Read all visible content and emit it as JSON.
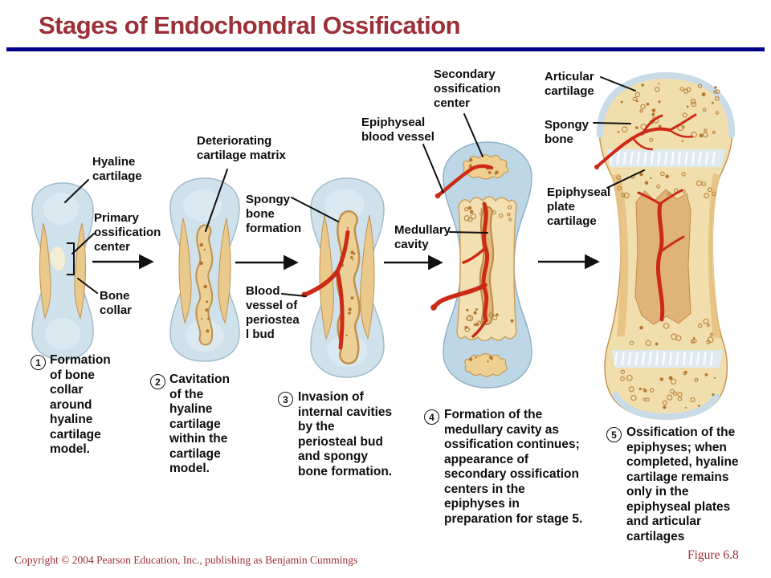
{
  "title": "Stages of Endochondral Ossification",
  "colors": {
    "accent": "#9c2f38",
    "rule": "#00008b",
    "cartilage_blue": "#cfe1eb",
    "bone_collar_tan": "#eac98c",
    "spongy_tan": "#edd096",
    "vessel_red": "#cb2a16",
    "label_black": "#0d0d0d"
  },
  "labels": {
    "hyaline_cartilage": "Hyaline\ncartilage",
    "primary_ossification_center": "Primary\nossification\ncenter",
    "bone_collar": "Bone\ncollar",
    "deteriorating_cartilage_matrix": "Deteriorating\ncartilage matrix",
    "spongy_bone_formation": "Spongy\nbone\nformation",
    "blood_vessel_of_periosteal_bud": "Blood\nvessel of\nperiostea\nl bud",
    "epiphyseal_blood_vessel": "Epiphyseal\nblood vessel",
    "secondary_ossification_center": "Secondary\nossification\ncenter",
    "medullary_cavity": "Medullary\ncavity",
    "articular_cartilage": "Articular\ncartilage",
    "spongy_bone": "Spongy\nbone",
    "epiphyseal_plate_cartilage": "Epiphyseal\nplate\ncartilage"
  },
  "stages": [
    {
      "number": "1",
      "text": "Formation\nof bone\ncollar\naround\nhyaline\ncartilage\nmodel."
    },
    {
      "number": "2",
      "text": "Cavitation\nof the\nhyaline\ncartilage\nwithin the\ncartilage\nmodel."
    },
    {
      "number": "3",
      "text": "Invasion of\ninternal cavities\nby the\nperiosteal bud\nand spongy\nbone formation."
    },
    {
      "number": "4",
      "text": "Formation of the\nmedullary cavity as\nossification continues;\nappearance of\nsecondary ossification\ncenters in the\nepiphyses in\npreparation for stage 5."
    },
    {
      "number": "5",
      "text": "Ossification of the\nepiphyses; when\ncompleted, hyaline\ncartilage remains\nonly in the\nepiphyseal plates\nand articular\ncartilages"
    }
  ],
  "footer": {
    "copyright": "Copyright © 2004 Pearson Education, Inc., publishing as Benjamin Cummings",
    "figure": "Figure 6.8"
  }
}
